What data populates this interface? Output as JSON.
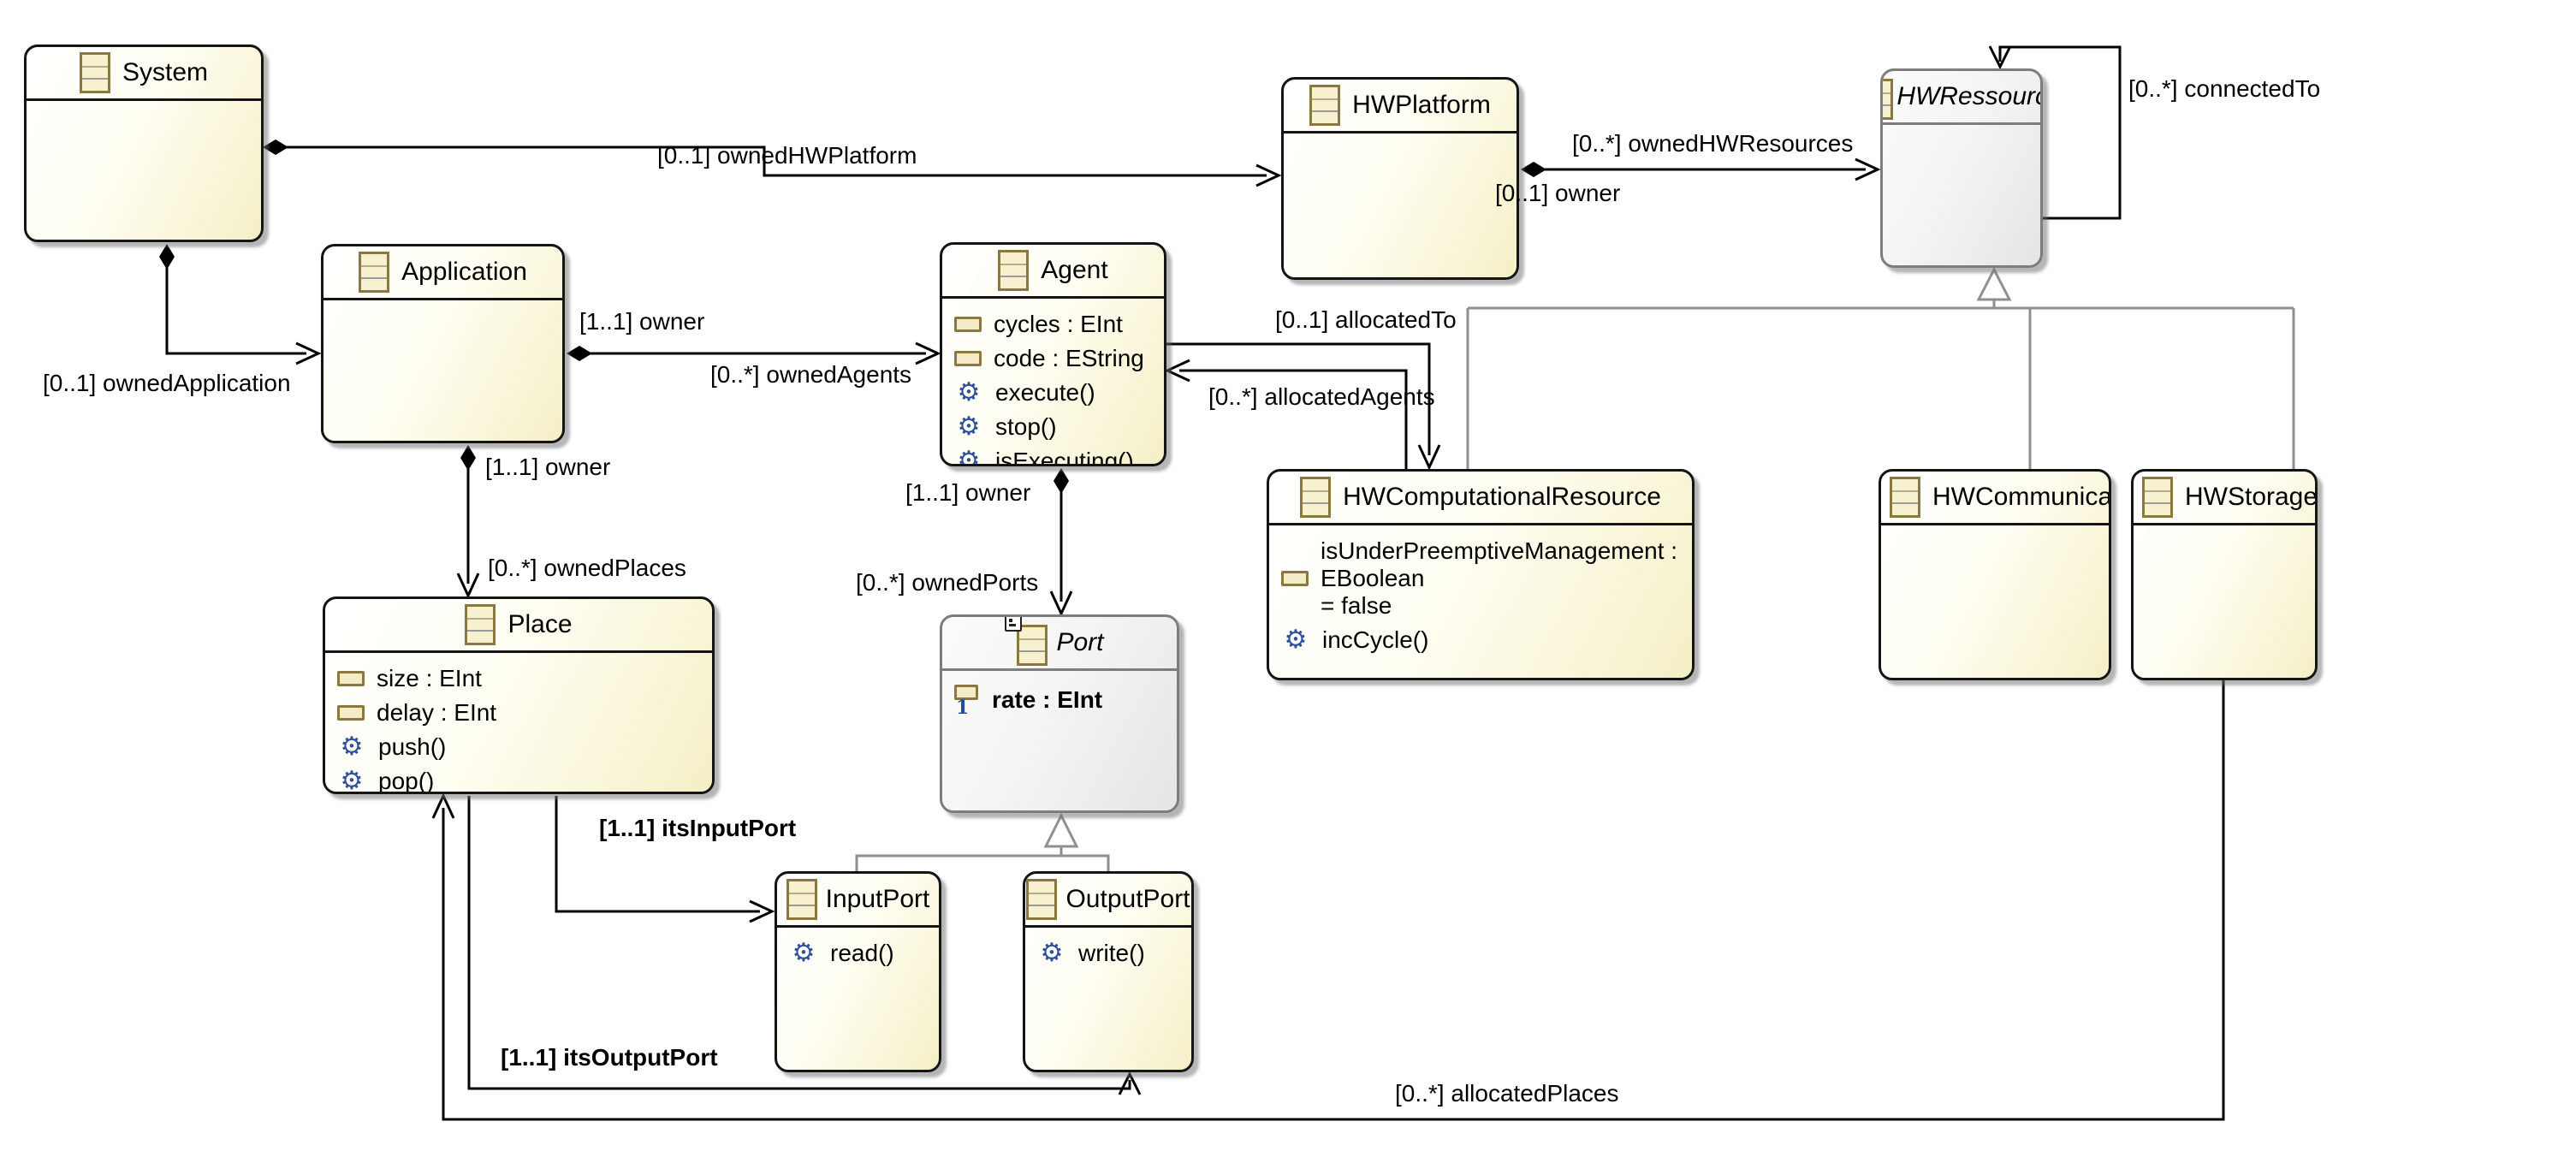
{
  "diagram": {
    "classes": {
      "system": {
        "name": "System"
      },
      "hwplatform": {
        "name": "HWPlatform"
      },
      "hwressource": {
        "name": "HWRessource",
        "abstract": true
      },
      "application": {
        "name": "Application"
      },
      "agent": {
        "name": "Agent",
        "attributes": [
          {
            "text": "cycles : EInt"
          },
          {
            "text": "code : EString"
          }
        ],
        "operations": [
          {
            "text": "execute()"
          },
          {
            "text": "stop()"
          },
          {
            "text": "isExecuting()"
          }
        ]
      },
      "hwcomputational": {
        "name": "HWComputationalResource",
        "attributes": [
          {
            "text": "isUnderPreemptiveManagement : EBoolean",
            "text2": "= false"
          }
        ],
        "operations": [
          {
            "text": "incCycle()"
          }
        ]
      },
      "hwcommunication": {
        "name": "HWCommunicationResource"
      },
      "hwstorage": {
        "name": "HWStorageResource"
      },
      "place": {
        "name": "Place",
        "attributes": [
          {
            "text": "size : EInt"
          },
          {
            "text": "delay : EInt"
          }
        ],
        "operations": [
          {
            "text": "push()"
          },
          {
            "text": "pop()"
          }
        ]
      },
      "port": {
        "name": "Port",
        "abstract": true,
        "attributes": [
          {
            "text": "rate : EInt"
          }
        ]
      },
      "inputport": {
        "name": "InputPort",
        "operations": [
          {
            "text": "read()"
          }
        ]
      },
      "outputport": {
        "name": "OutputPort",
        "operations": [
          {
            "text": "write()"
          }
        ]
      }
    },
    "edge_labels": {
      "ownedHWPlatform": "[0..1] ownedHWPlatform",
      "ownedHWResources": "[0..*] ownedHWResources",
      "hwOwner": "[0..1] owner",
      "connectedTo": "[0..*] connectedTo",
      "ownedApplication": "[0..1] ownedApplication",
      "agentOwner": "[1..1] owner",
      "ownedAgents": "[0..*] ownedAgents",
      "allocatedTo": "[0..1] allocatedTo",
      "allocatedAgents": "[0..*] allocatedAgents",
      "placeOwner": "[1..1] owner",
      "ownedPlaces": "[0..*] ownedPlaces",
      "portOwner": "[1..1] owner",
      "ownedPorts": "[0..*] ownedPorts",
      "itsInputPort": "[1..1] itsInputPort",
      "itsOutputPort": "[1..1] itsOutputPort",
      "allocatedPlaces": "[0..*] allocatedPlaces"
    },
    "colors": {
      "node_fill_light": "#fffef2",
      "node_fill_dark": "#f5efc6",
      "abstract_fill": "#e5e5e3",
      "edge": "#000000",
      "generalization": "#8f8f8f",
      "icon_border": "#8a7840",
      "operation_icon": "#2d4f9e"
    }
  }
}
